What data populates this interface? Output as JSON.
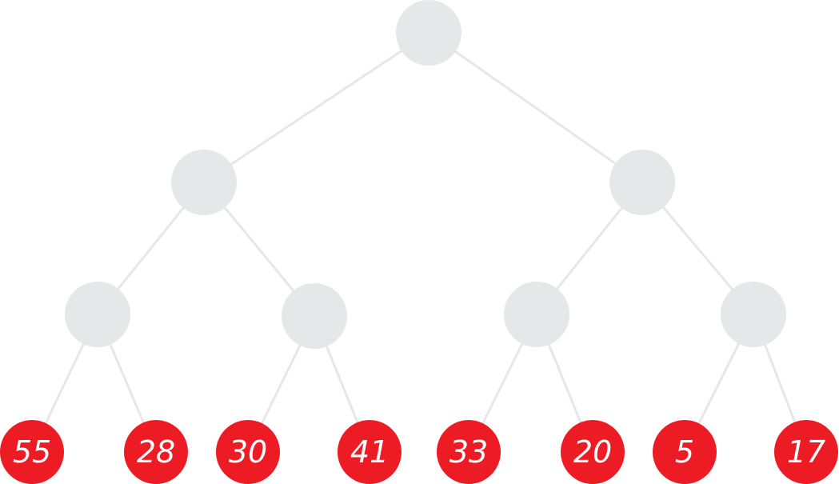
{
  "tree": {
    "colors": {
      "inner_node": "#e6e7e8",
      "edge": "#e6e7e8",
      "leaf_node": "#ed1c24",
      "leaf_text": "#ffffff",
      "background": "#ffffff"
    },
    "internal_nodes": [
      {
        "id": "root"
      },
      {
        "id": "n-left"
      },
      {
        "id": "n-right"
      },
      {
        "id": "n-left-left"
      },
      {
        "id": "n-left-right"
      },
      {
        "id": "n-right-left"
      },
      {
        "id": "n-right-right"
      }
    ],
    "leaves": [
      {
        "value": "55"
      },
      {
        "value": "28"
      },
      {
        "value": "30"
      },
      {
        "value": "41"
      },
      {
        "value": "33"
      },
      {
        "value": "20"
      },
      {
        "value": "5"
      },
      {
        "value": "17"
      }
    ]
  }
}
